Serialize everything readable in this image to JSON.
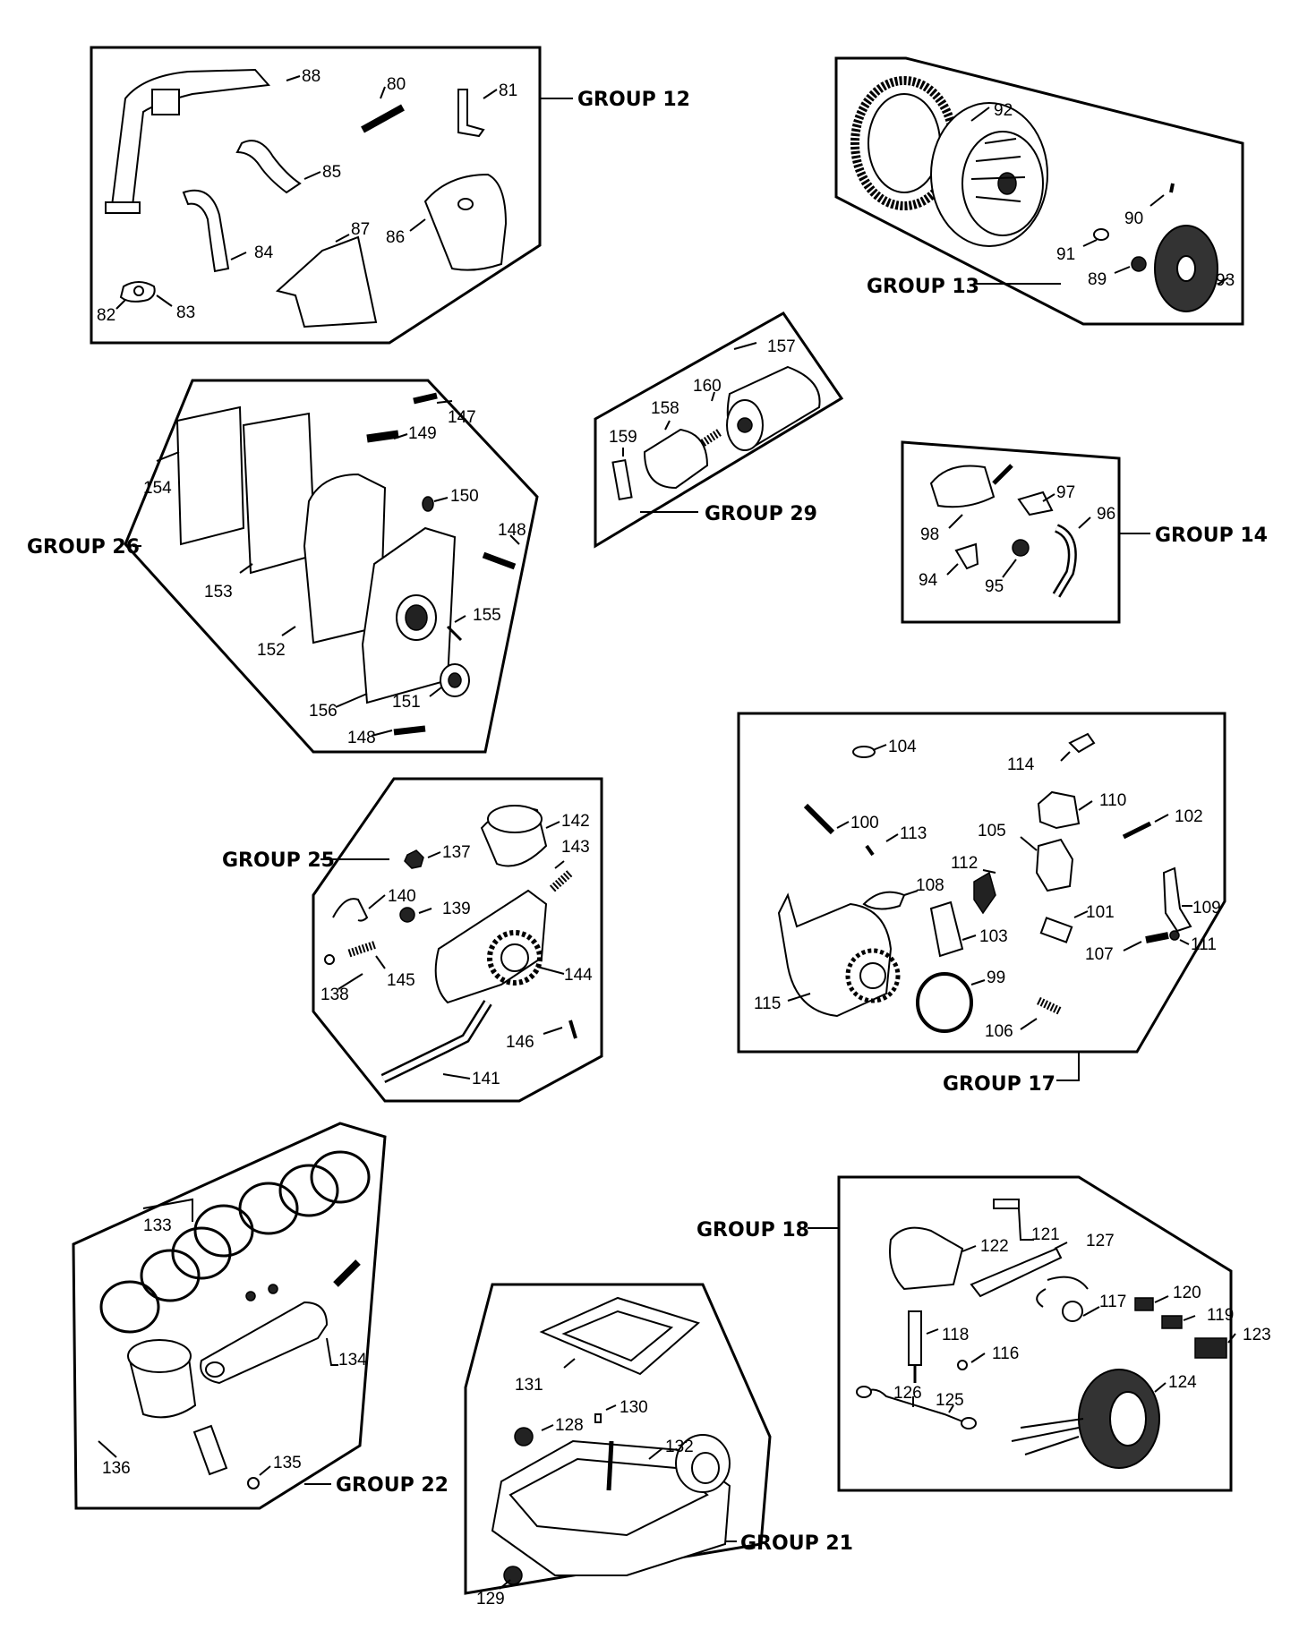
{
  "groups": {
    "g12": {
      "title": "GROUP 12",
      "parts": [
        "88",
        "80",
        "81",
        "85",
        "84",
        "87",
        "86",
        "82",
        "83"
      ]
    },
    "g13": {
      "title": "GROUP 13",
      "parts": [
        "92",
        "90",
        "91",
        "89",
        "93"
      ]
    },
    "g26": {
      "title": "GROUP 26",
      "parts": [
        "147",
        "149",
        "154",
        "150",
        "148",
        "153",
        "155",
        "152",
        "151",
        "156",
        "148"
      ]
    },
    "g29": {
      "title": "GROUP 29",
      "parts": [
        "157",
        "160",
        "158",
        "159"
      ]
    },
    "g14": {
      "title": "GROUP 14",
      "parts": [
        "97",
        "96",
        "98",
        "94",
        "95"
      ]
    },
    "g25": {
      "title": "GROUP 25",
      "parts": [
        "142",
        "137",
        "143",
        "140",
        "139",
        "138",
        "145",
        "144",
        "146",
        "141"
      ]
    },
    "g17": {
      "title": "GROUP 17",
      "parts": [
        "104",
        "114",
        "110",
        "100",
        "113",
        "105",
        "102",
        "112",
        "108",
        "101",
        "109",
        "107",
        "111",
        "103",
        "99",
        "115",
        "106"
      ]
    },
    "g22": {
      "title": "GROUP 22",
      "parts": [
        "133",
        "134",
        "136",
        "135"
      ]
    },
    "g21": {
      "title": "GROUP 21",
      "parts": [
        "131",
        "128",
        "130",
        "132",
        "129"
      ]
    },
    "g18": {
      "title": "GROUP 18",
      "parts": [
        "122",
        "121",
        "127",
        "117",
        "120",
        "119",
        "118",
        "116",
        "123",
        "126",
        "125",
        "124"
      ]
    }
  }
}
